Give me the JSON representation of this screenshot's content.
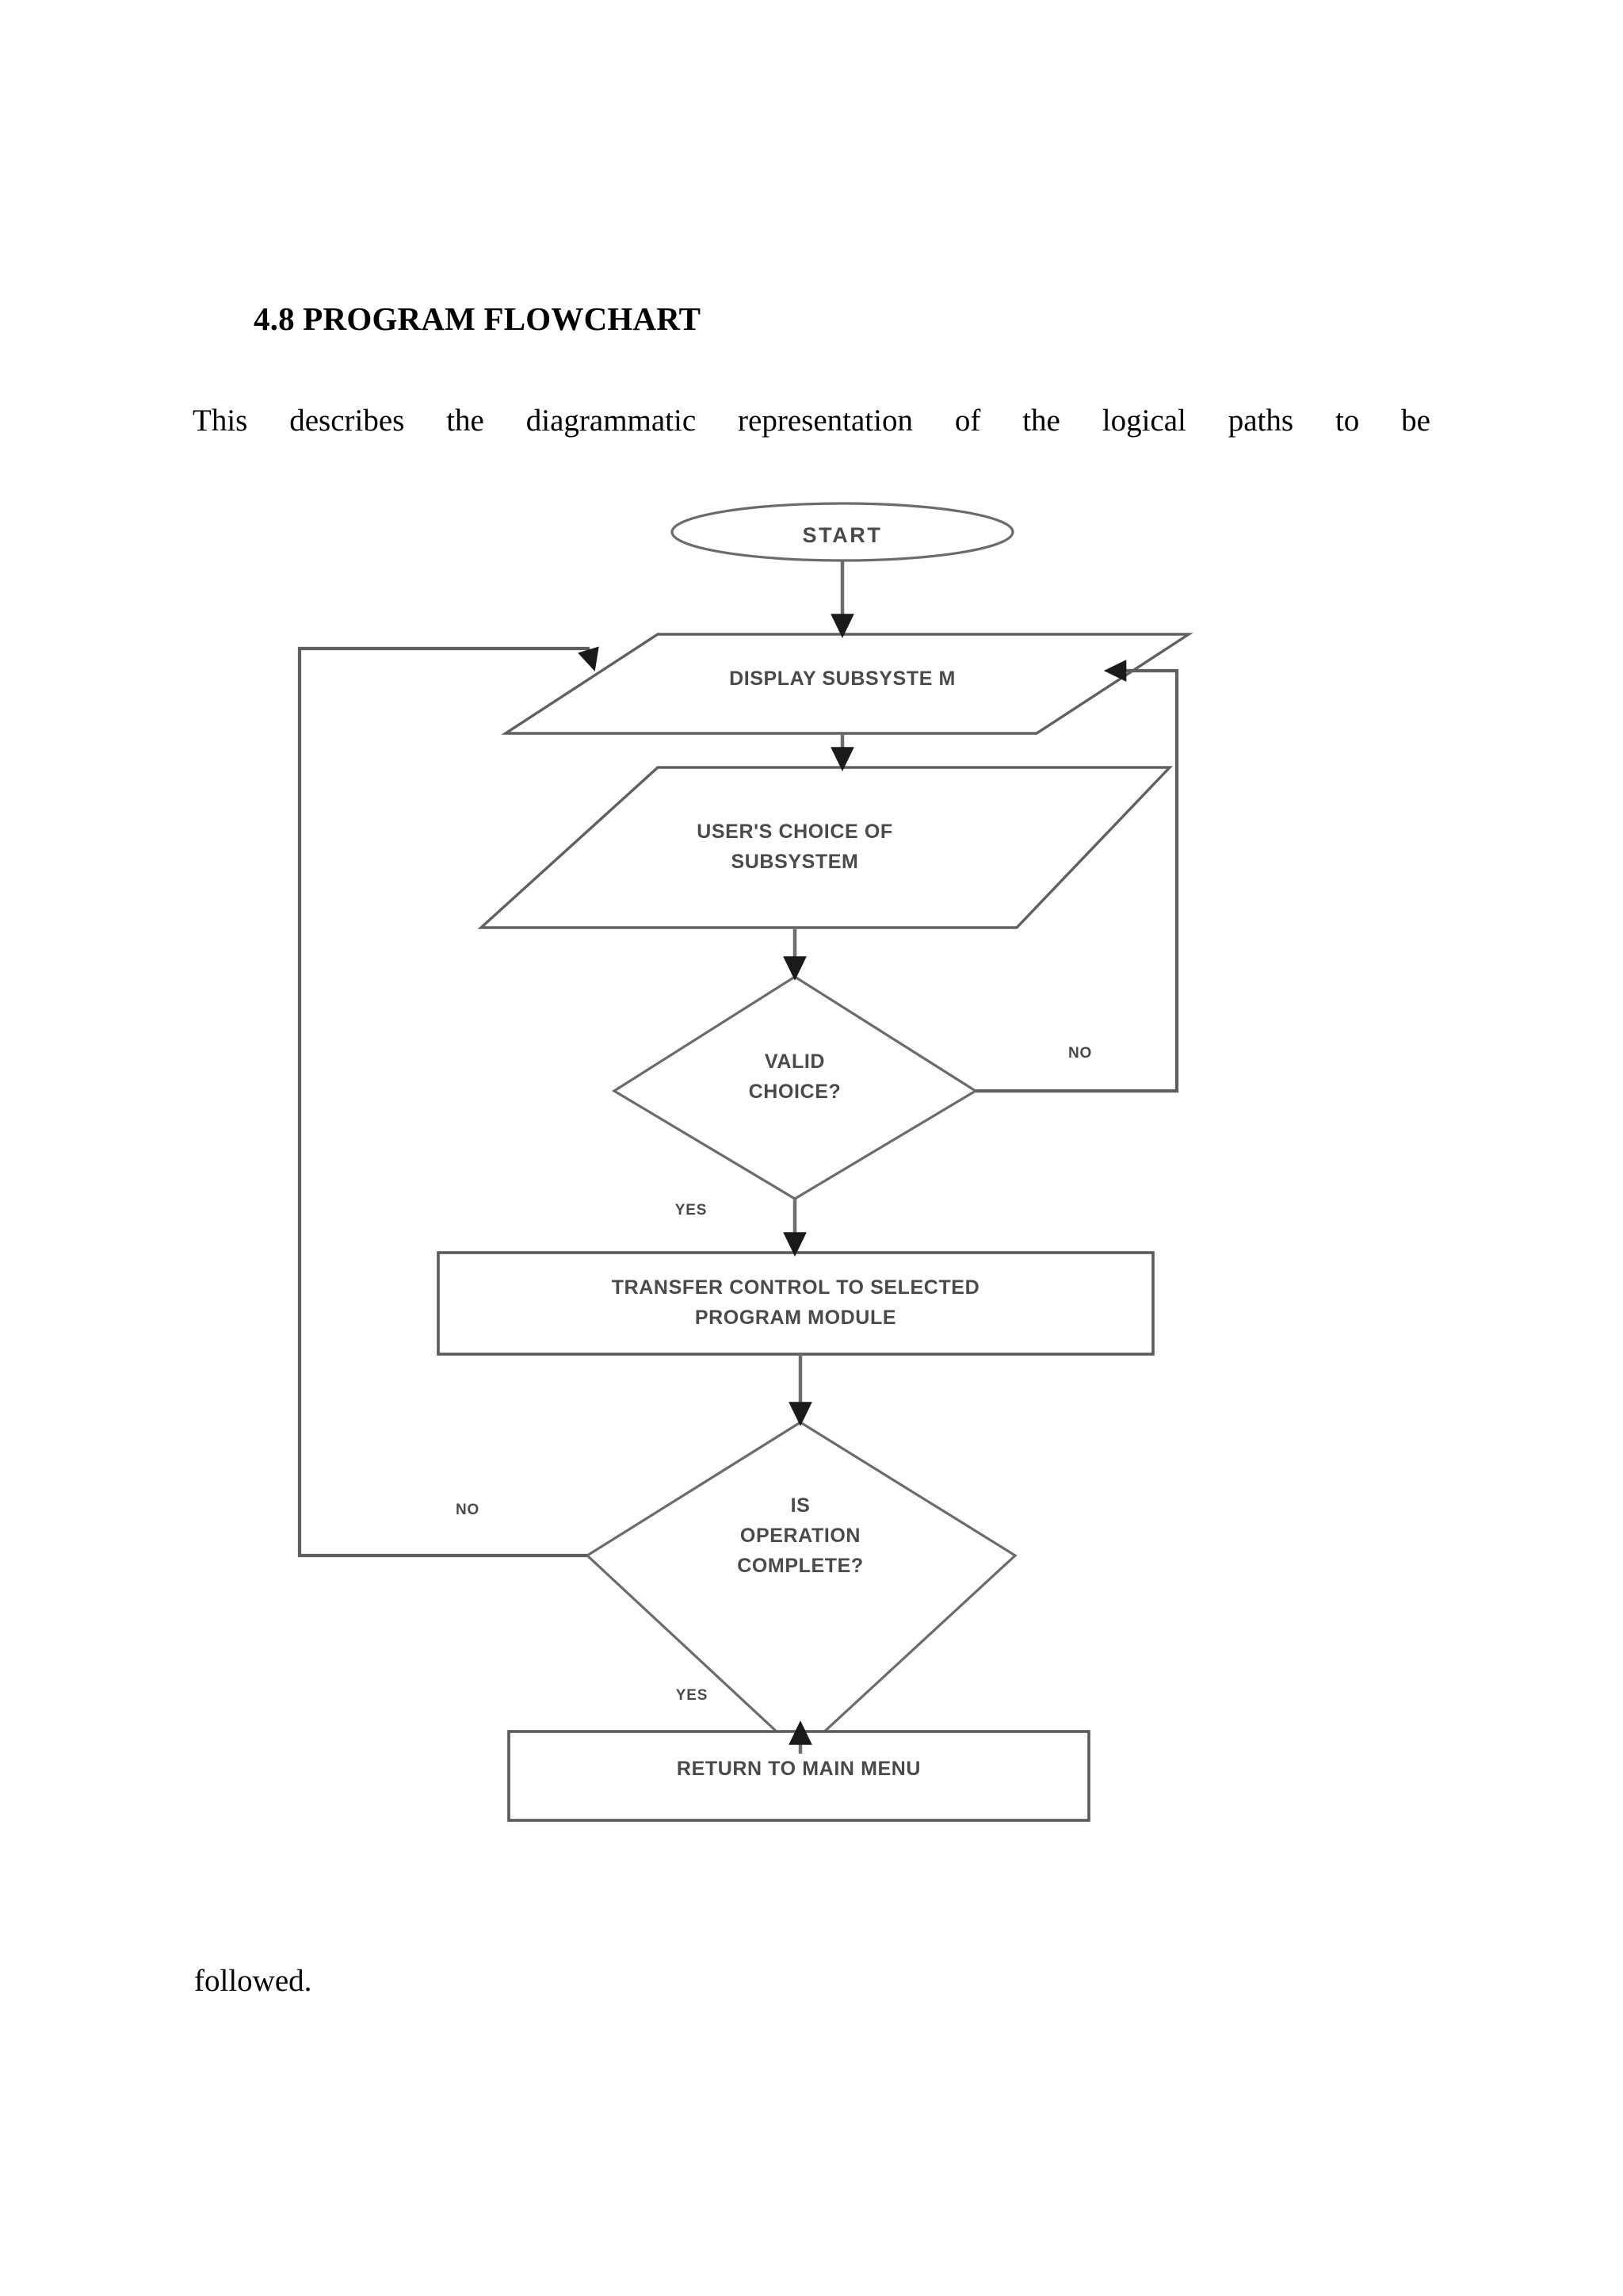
{
  "document": {
    "heading": "4.8 PROGRAM FLOWCHART",
    "paragraph": "This describes the diagrammatic representation of the logical paths to be",
    "trailing_text": "followed."
  },
  "flowchart": {
    "title": "Program Flowchart",
    "colors": {
      "stroke": "#595959",
      "stroke_dark": "#404040",
      "text": "#4a4a4a",
      "fill": "#ffffff",
      "page_text": "#000000"
    },
    "nodes": [
      {
        "id": "start",
        "shape": "ellipse",
        "label": "START"
      },
      {
        "id": "display-subsystem",
        "shape": "parallelogram",
        "label": "DISPLAY SUBSYSTE M"
      },
      {
        "id": "users-choice",
        "shape": "parallelogram",
        "label": "USER'S CHOICE OF\nSUBSYSTEM"
      },
      {
        "id": "valid-choice",
        "shape": "diamond",
        "label": "VALID\nCHOICE?"
      },
      {
        "id": "transfer-control",
        "shape": "process",
        "label": "TRANSFER CONTROL TO SELECTED\nPROGRAM MODULE"
      },
      {
        "id": "operation-complete",
        "shape": "diamond",
        "label": "IS\nOPERATION\nCOMPLETE?"
      },
      {
        "id": "return-main-menu",
        "shape": "process",
        "label": "RETURN TO MAIN MENU"
      }
    ],
    "branch_labels": {
      "valid_choice_no": "NO",
      "valid_choice_yes": "YES",
      "operation_complete_no": "NO",
      "operation_complete_yes": "YES"
    },
    "edges": [
      {
        "from": "start",
        "to": "display-subsystem",
        "label": ""
      },
      {
        "from": "display-subsystem",
        "to": "users-choice",
        "label": ""
      },
      {
        "from": "users-choice",
        "to": "valid-choice",
        "label": ""
      },
      {
        "from": "valid-choice",
        "to": "transfer-control",
        "label": "YES"
      },
      {
        "from": "valid-choice",
        "to": "display-subsystem",
        "label": "NO"
      },
      {
        "from": "transfer-control",
        "to": "operation-complete",
        "label": ""
      },
      {
        "from": "operation-complete",
        "to": "return-main-menu",
        "label": "YES"
      },
      {
        "from": "operation-complete",
        "to": "display-subsystem",
        "label": "NO"
      }
    ]
  }
}
